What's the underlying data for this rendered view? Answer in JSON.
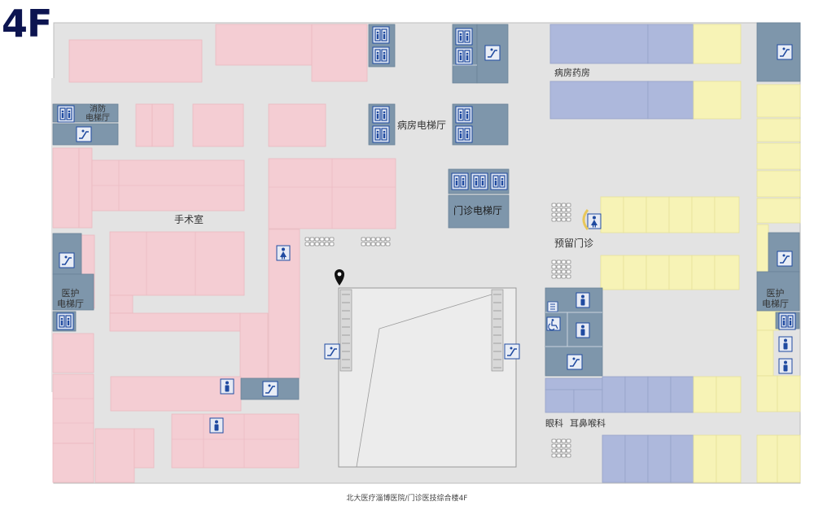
{
  "floor": "4F",
  "footer": "北大医疗淄博医院/门诊医技综合楼4F",
  "labels": {
    "fire_elevator_line1": "消防",
    "fire_elevator_line2": "电梯厅",
    "ward_elevator_hall": "病房电梯厅",
    "ward_pharmacy": "病房药房",
    "outpatient_elevator_hall": "门诊电梯厅",
    "surgery": "手术室",
    "reserved_outpatient": "预留门诊",
    "medical_elevator_line1": "医护",
    "medical_elevator_line2": "电梯厅",
    "ophthalmology": "眼科",
    "ent": "耳鼻喉科"
  },
  "colors": {
    "corridor": "#e3e3e3",
    "pink_zone": "#f4cdd3",
    "blue_zone": "#adb8dc",
    "yellow_zone": "#f7f3b6",
    "service_core": "#7e96ab",
    "atrium": "#ececec",
    "icon_blue": "#1f4aa0"
  },
  "icons": [
    "elevator-icon",
    "escalator-icon",
    "toilet-man-icon",
    "toilet-woman-icon",
    "accessible-icon",
    "location-pin-icon",
    "waiting-seats-icon"
  ]
}
